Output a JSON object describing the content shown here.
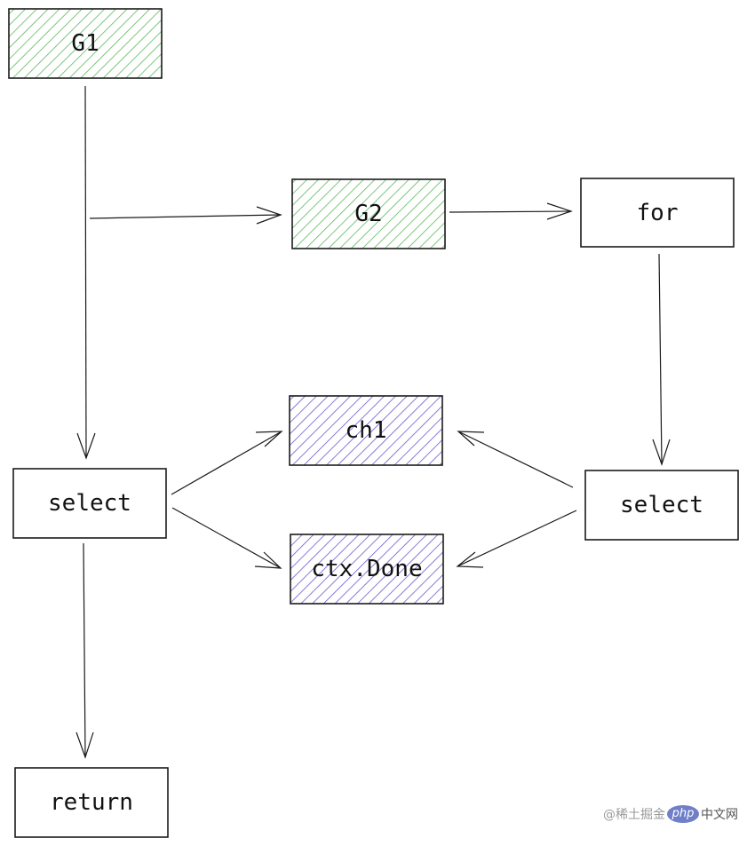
{
  "nodes": {
    "g1": {
      "label": "G1"
    },
    "g2": {
      "label": "G2"
    },
    "for": {
      "label": "for"
    },
    "select_left": {
      "label": "select"
    },
    "ch1": {
      "label": "ch1"
    },
    "ctx_done": {
      "label": "ctx.Done"
    },
    "select_right": {
      "label": "select"
    },
    "return": {
      "label": "return"
    }
  },
  "colors": {
    "green_hatch": "#5cb85c",
    "purple_hatch": "#6a5acd",
    "stroke": "#1a1a1a"
  },
  "watermark": {
    "prefix": "@稀土掘金",
    "logo": "php",
    "suffix": "中文网"
  }
}
